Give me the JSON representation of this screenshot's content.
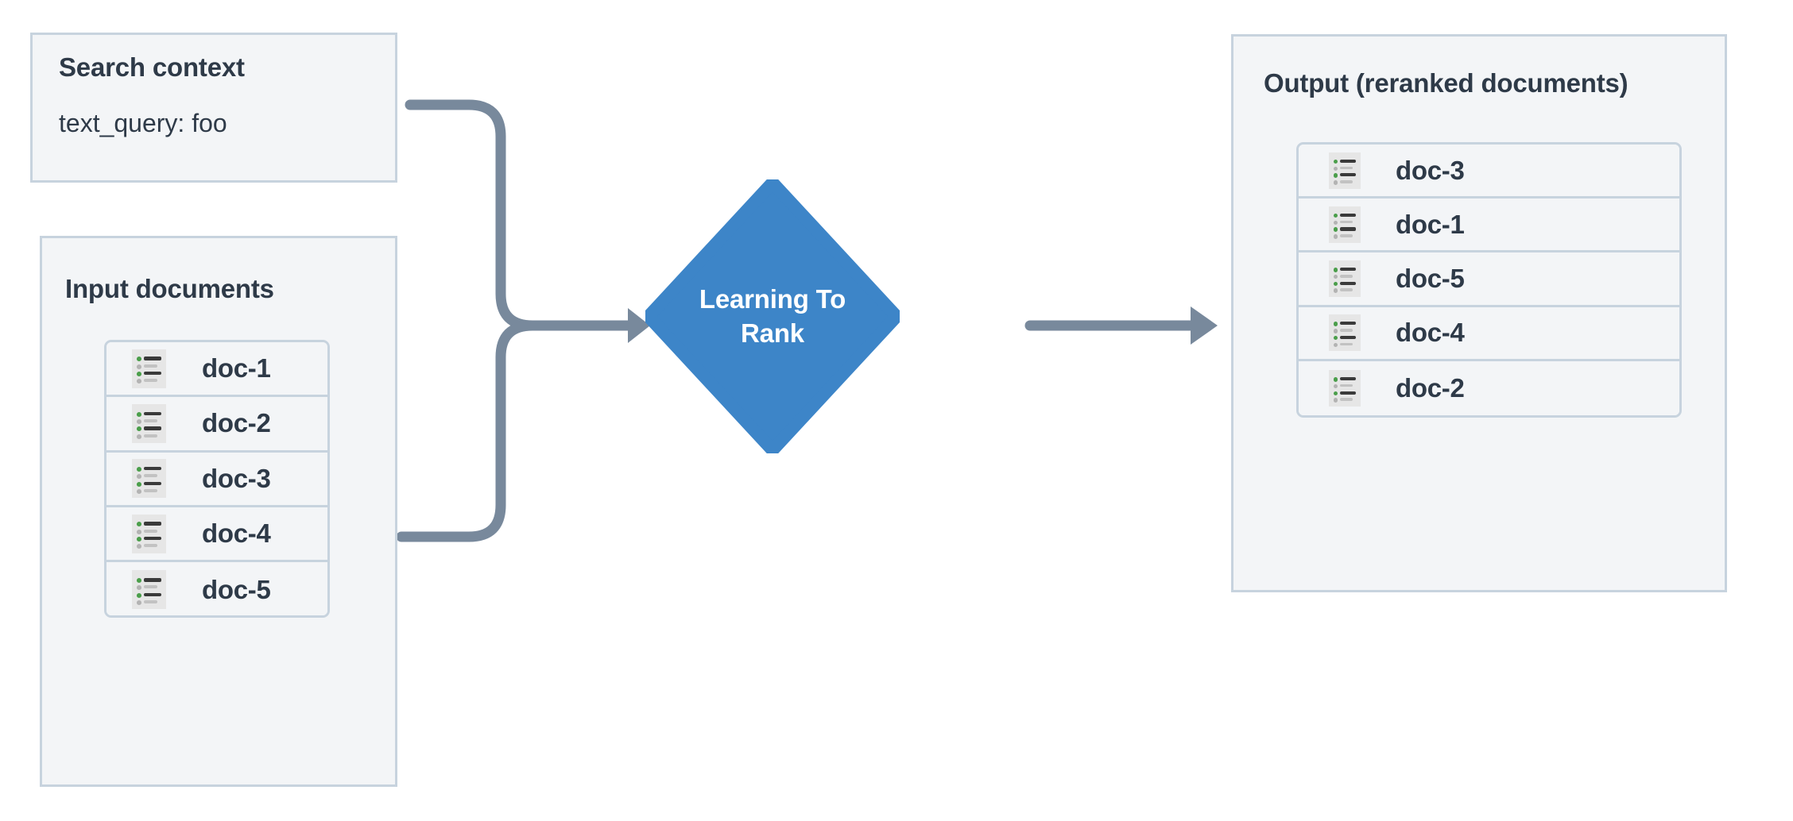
{
  "diagram": {
    "title": "Learning To Rank reranking flow",
    "colors": {
      "panel_background": "#f3f5f7",
      "panel_border": "#c7d3de",
      "text": "#2e3a48",
      "node_fill": "#3d85c8",
      "node_text": "#ffffff",
      "connector": "#78899c",
      "icon_background": "#e6e6e6",
      "icon_bullet_active": "#4a9e4a",
      "icon_bullet_muted": "#b3b3b3",
      "icon_line_dark": "#3a3a3a",
      "icon_line_light": "#c2c2c2"
    },
    "search_context": {
      "title": "Search context",
      "value": "text_query: foo"
    },
    "input": {
      "title": "Input documents",
      "documents": [
        {
          "label": "doc-1",
          "icon": "document-list-icon"
        },
        {
          "label": "doc-2",
          "icon": "document-list-icon"
        },
        {
          "label": "doc-3",
          "icon": "document-list-icon"
        },
        {
          "label": "doc-4",
          "icon": "document-list-icon"
        },
        {
          "label": "doc-5",
          "icon": "document-list-icon"
        }
      ]
    },
    "process": {
      "label_line_1": "Learning To",
      "label_line_2": "Rank",
      "shape": "diamond"
    },
    "output": {
      "title": "Output (reranked documents)",
      "documents": [
        {
          "label": "doc-3",
          "icon": "document-list-icon"
        },
        {
          "label": "doc-1",
          "icon": "document-list-icon"
        },
        {
          "label": "doc-5",
          "icon": "document-list-icon"
        },
        {
          "label": "doc-4",
          "icon": "document-list-icon"
        },
        {
          "label": "doc-2",
          "icon": "document-list-icon"
        }
      ]
    },
    "connectors": [
      {
        "name": "search-context-to-ltr",
        "from": "Search context",
        "to": "Learning To Rank",
        "arrow": true
      },
      {
        "name": "input-documents-to-ltr",
        "from": "Input documents",
        "to": "Learning To Rank",
        "arrow": true
      },
      {
        "name": "ltr-to-output",
        "from": "Learning To Rank",
        "to": "Output (reranked documents)",
        "arrow": true
      }
    ]
  }
}
